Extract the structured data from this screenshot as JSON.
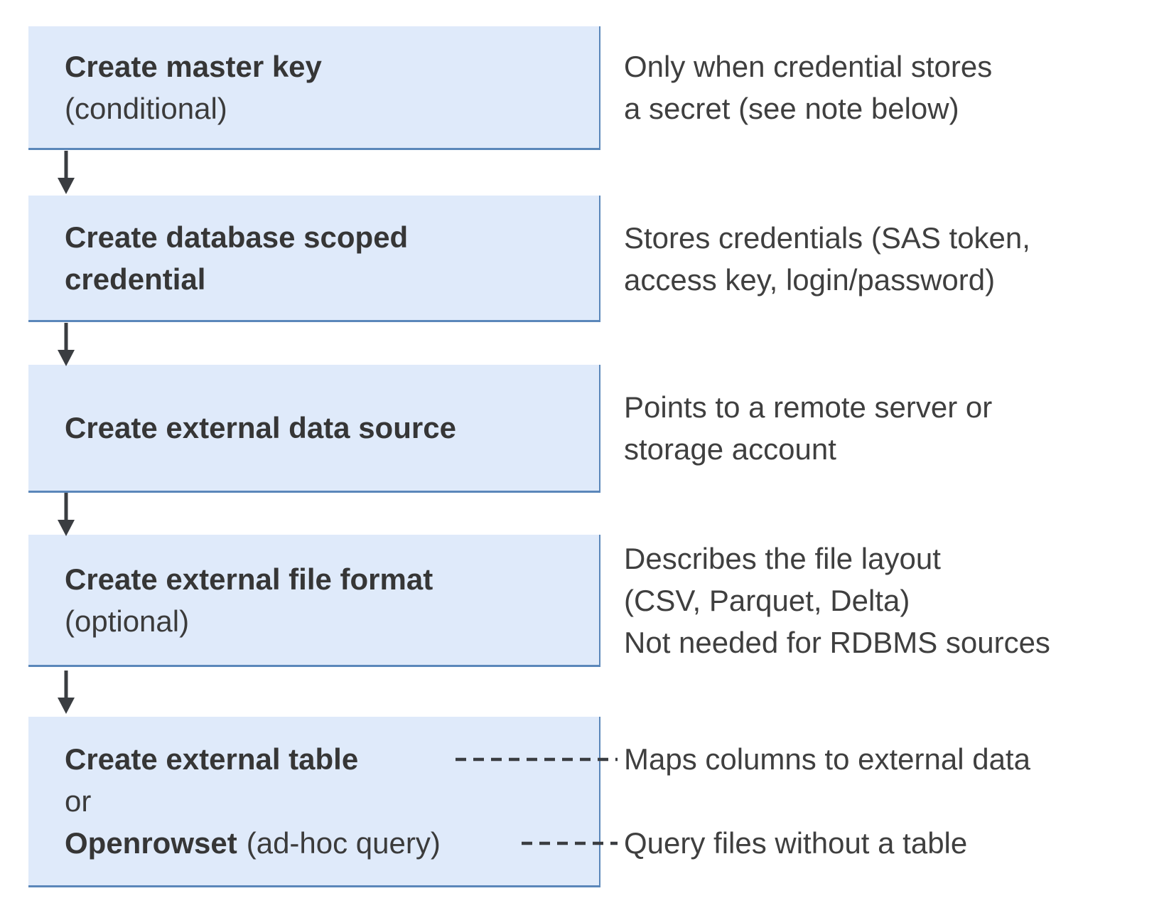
{
  "colors": {
    "box_fill": "#dfeafa",
    "box_border": "#5b87ba",
    "text": "#3b3b3b",
    "connector": "#3a3d41"
  },
  "boxes": [
    {
      "line1_bold": "Create master key",
      "line2": "(conditional)"
    },
    {
      "line1_bold": "Create database scoped",
      "line2_bold": "credential"
    },
    {
      "line1_bold": "Create external data source"
    },
    {
      "line1_bold": "Create external file format",
      "line2": "(optional)"
    },
    {
      "line1_bold": "Create external table",
      "line2": "or",
      "line3_bold": "Openrowset",
      "line3_regular": "(ad-hoc query)"
    }
  ],
  "descriptions": [
    {
      "lines": [
        "Only when credential stores",
        "a secret (see note below)"
      ]
    },
    {
      "lines": [
        "Stores credentials (SAS token,",
        "access key, login/password)"
      ]
    },
    {
      "lines": [
        "Points to a remote server or",
        "storage account"
      ]
    },
    {
      "lines": [
        "Describes the file layout",
        "(CSV, Parquet, Delta)",
        "Not needed for RDBMS sources"
      ]
    }
  ],
  "connector_labels": [
    "Maps columns to external data",
    "Query files without a table"
  ]
}
